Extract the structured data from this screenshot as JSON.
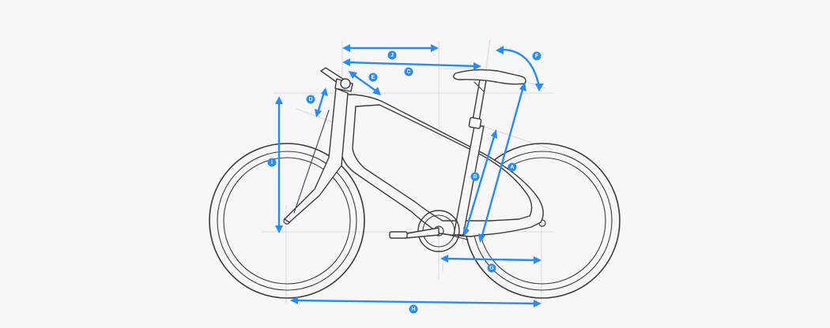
{
  "diagram": {
    "colors": {
      "background": "#f7f7f8",
      "line": "#3a3a3c",
      "guide": "#d9d9dc",
      "accent": "#2a8cf2"
    },
    "labels": {
      "A": "A",
      "B": "B",
      "C": "C",
      "D": "D",
      "E": "E",
      "F": "F",
      "G": "G",
      "H": "H",
      "I": "I",
      "J": "J"
    }
  }
}
